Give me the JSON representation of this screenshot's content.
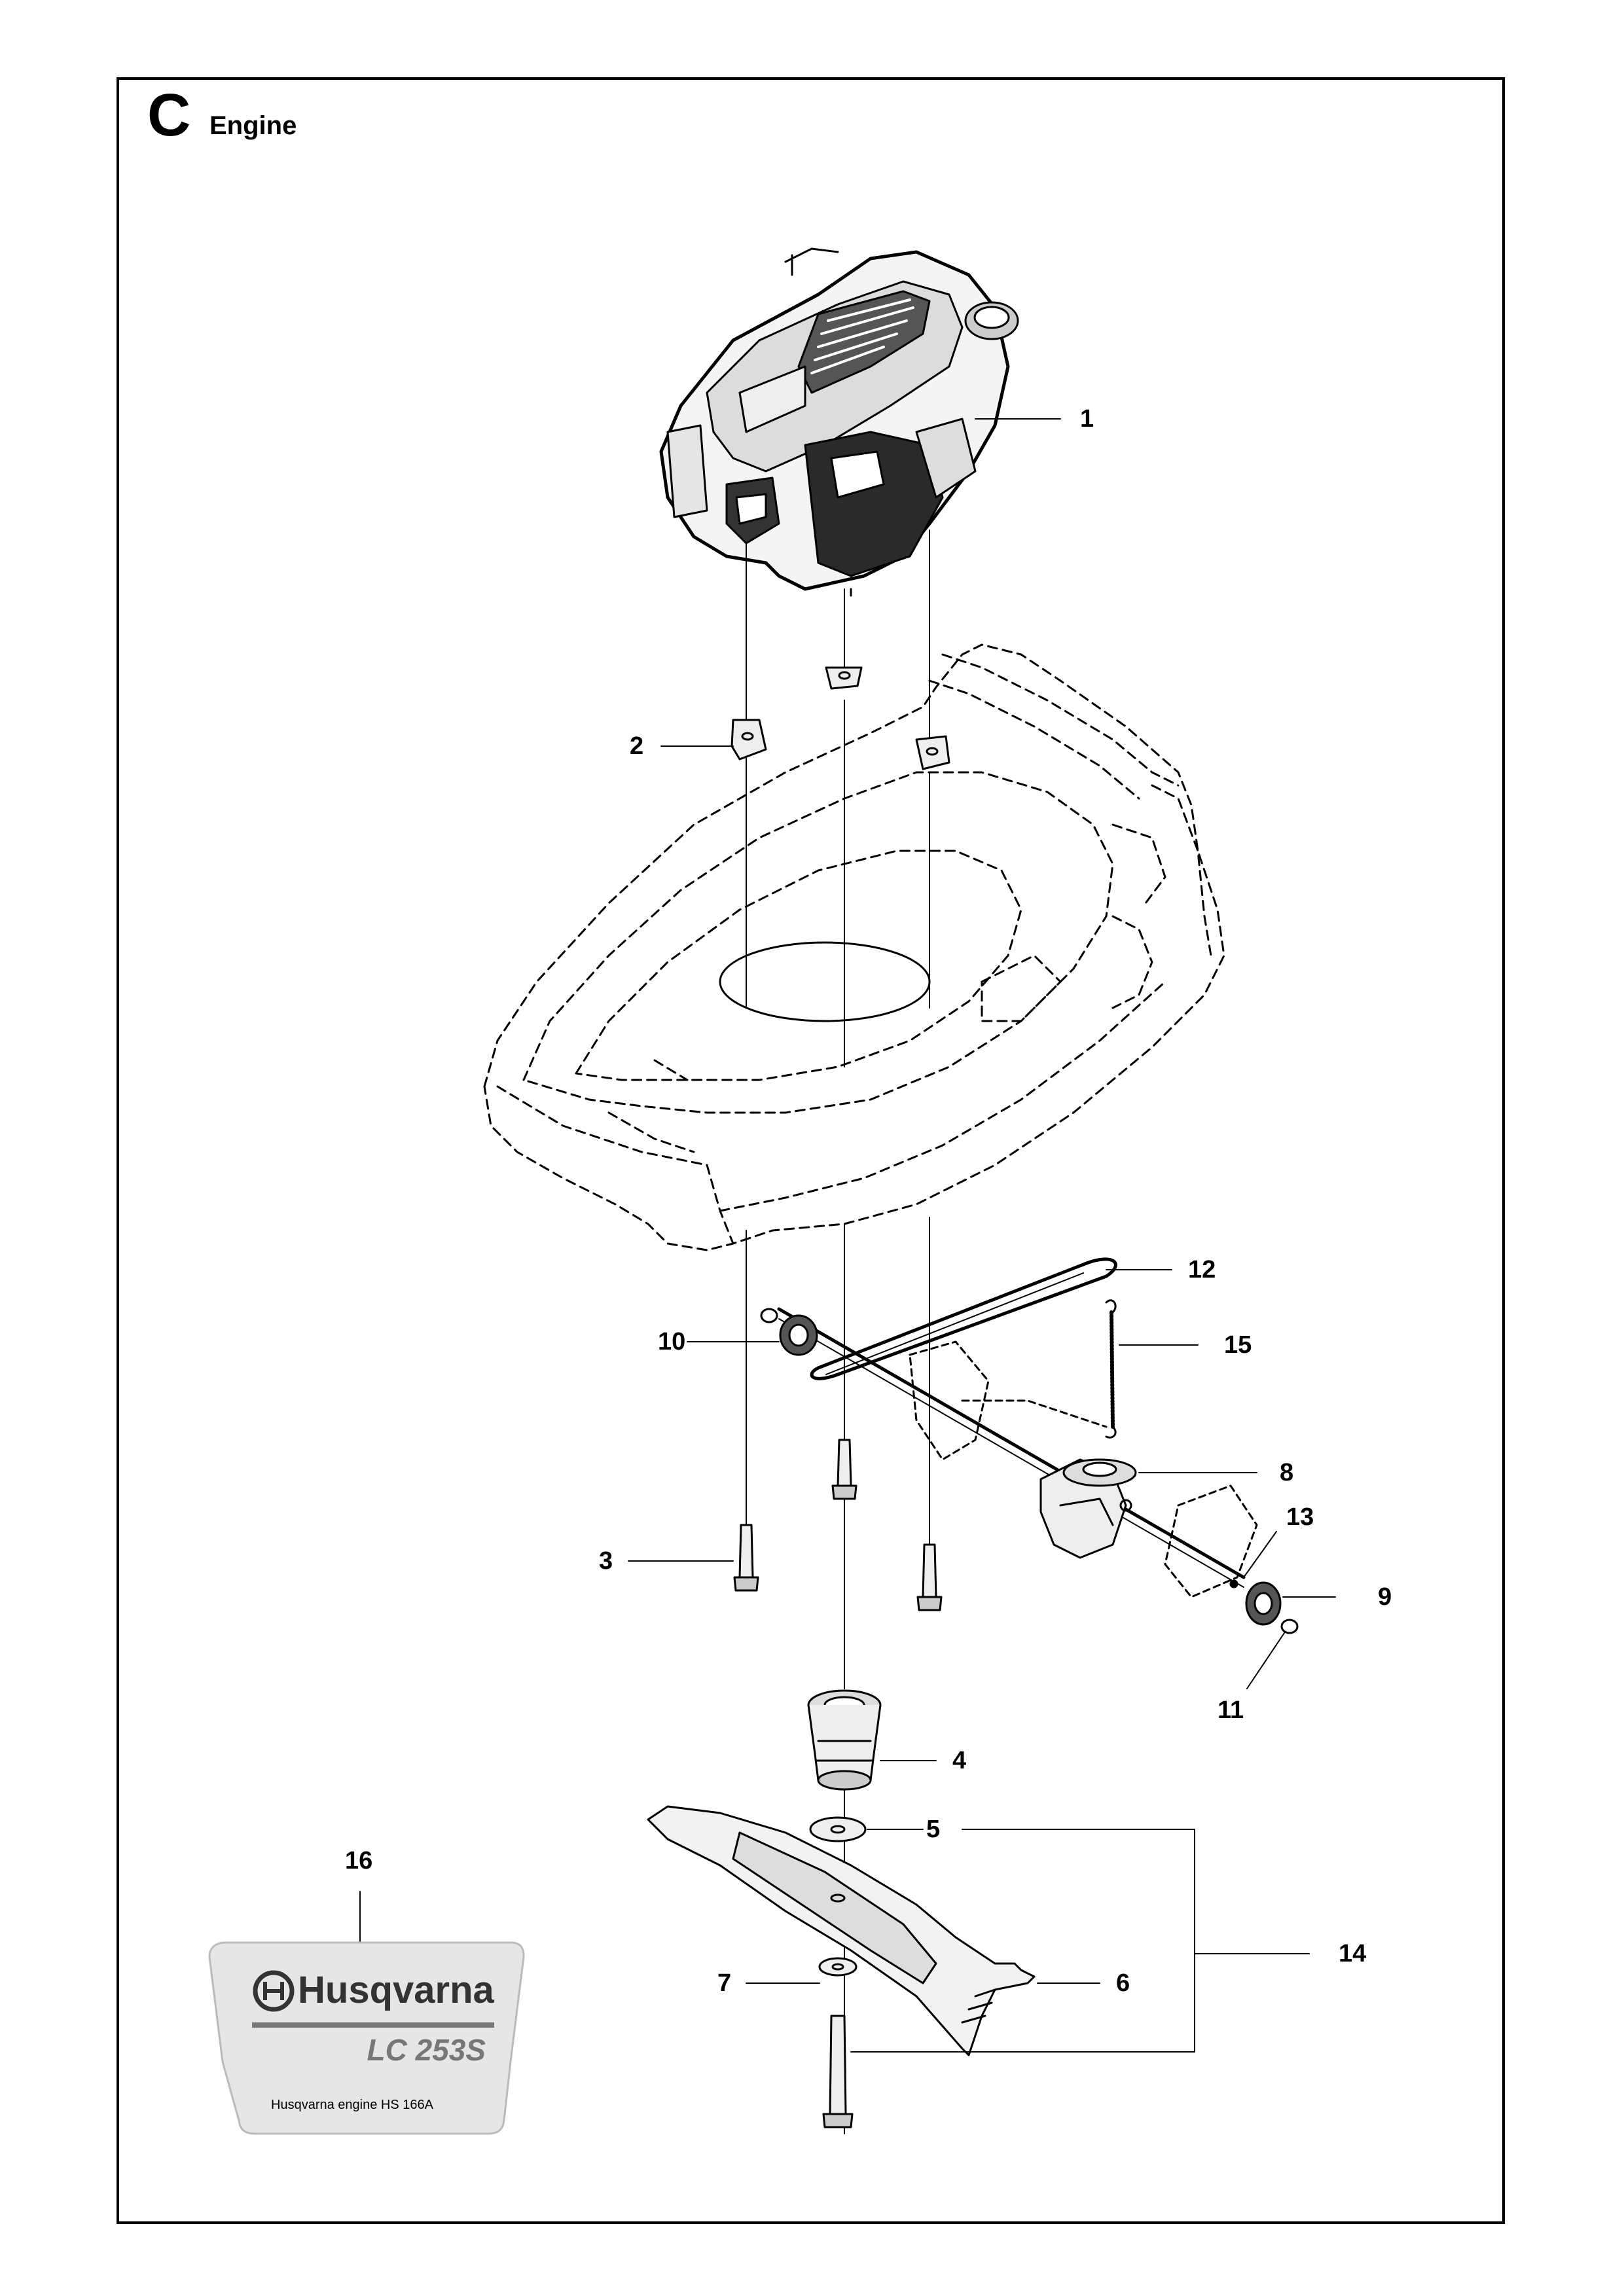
{
  "section": {
    "letter": "C",
    "title": "Engine"
  },
  "callouts": [
    "1",
    "2",
    "3",
    "4",
    "5",
    "6",
    "7",
    "8",
    "9",
    "10",
    "11",
    "12",
    "13",
    "14",
    "15",
    "16"
  ],
  "decal": {
    "brand": "Husqvarna",
    "model": "LC 253S",
    "caption": "Husqvarna engine HS 166A"
  }
}
